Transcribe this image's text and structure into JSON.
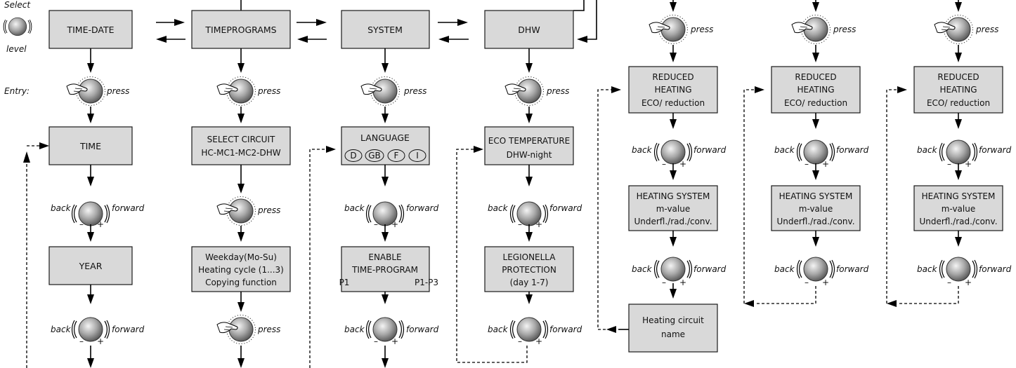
{
  "select_label": "Select",
  "level_label": "level",
  "entry_label": "Entry:",
  "press_label": "press",
  "back_label": "back",
  "forward_label": "forward",
  "minus_sign": "–",
  "plus_sign": "+",
  "col1": {
    "top": "TIME-DATE",
    "b1": "TIME",
    "b2": "YEAR"
  },
  "col2": {
    "top": "TIMEPROGRAMS",
    "b1_l1": "SELECT CIRCUIT",
    "b1_l2": "HC-MC1-MC2-DHW",
    "b2_l1": "Weekday(Mo-Su)",
    "b2_l2": "Heating cycle (1...3)",
    "b2_l3": "Copying function"
  },
  "col3": {
    "top": "SYSTEM",
    "b1_l1": "LANGUAGE",
    "lang": [
      "D",
      "GB",
      "F",
      "I"
    ],
    "b2_l1": "ENABLE",
    "b2_l2": "TIME-PROGRAM",
    "b2_left": "P1",
    "b2_right": "P1-P3"
  },
  "col4": {
    "top": "DHW",
    "b1_l1": "ECO TEMPERATURE",
    "b1_l2": "DHW-night",
    "b2_l1": "LEGIONELLA",
    "b2_l2": "PROTECTION",
    "b2_l3": "(day 1-7)"
  },
  "heat": {
    "r_l1": "REDUCED",
    "r_l2": "HEATING",
    "r_l3": "ECO/ reduction",
    "h_l1": "HEATING SYSTEM",
    "h_l2": "m-value",
    "h_l3": "Underfl./rad./conv."
  },
  "circuit_name_l1": "Heating circuit",
  "circuit_name_l2": "name"
}
